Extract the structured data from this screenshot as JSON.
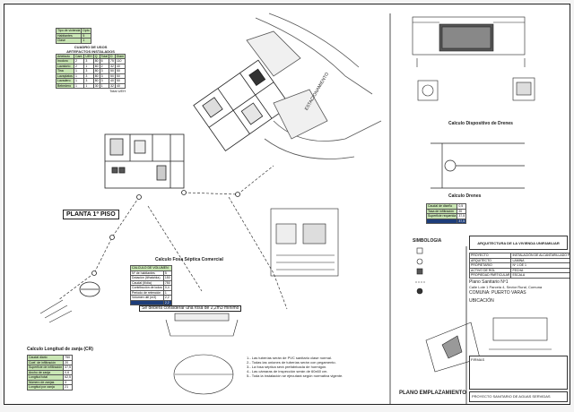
{
  "survey_table": {
    "title": "CUADRO DE USOS",
    "subtitle": "ARTEFACTOS INSTALADOS",
    "top_rows": [
      {
        "label": "Tipo de vivienda",
        "value": "Dpto"
      },
      {
        "label": "Habitantes",
        "value": "5"
      },
      {
        "label": "Clase",
        "value": "1"
      }
    ],
    "headers": [
      "Artefacto",
      "Cant.",
      "UEH",
      "Q",
      "Total",
      "D",
      "Diam"
    ],
    "rows": [
      [
        "Inodoro",
        "2",
        "3",
        "80",
        "6",
        "75",
        "110"
      ],
      [
        "Lavatorio",
        "2",
        "1",
        "60",
        "2",
        "32",
        "40"
      ],
      [
        "Tina",
        "1",
        "3",
        "80",
        "3",
        "50",
        "50"
      ],
      [
        "Lavaplatos",
        "1",
        "3",
        "80",
        "3",
        "50",
        "50"
      ],
      [
        "Lavadero",
        "1",
        "3",
        "80",
        "3",
        "40",
        "50"
      ],
      [
        "Bebedero",
        "1",
        "1",
        "30",
        "1",
        "32",
        "40"
      ]
    ],
    "footer": "Total UEH"
  },
  "labels": {
    "planta": "PLANTA 1º PISO",
    "estacionamiento": "ESTACIONAMIENTO",
    "calculo_fosa": "Calculo Fosa Séptica Comercial",
    "aviso": "Se deberá considerar una fosa de 2,2m3 mínimo",
    "calculo_drenes": "Calculo Longitud de zanja (CR)",
    "calculo_tuberias": "Calculo Dispositivo de Drenes",
    "calculo_drenes2": "Calculo Drenes",
    "simbologia": "SIMBOLOGIA",
    "plano_emplazamiento": "PLANO EMPLAZAMIENTO"
  },
  "fosa_table": {
    "header": "CALCULO DE VOLUMEN",
    "rows": [
      [
        "Nº de habitantes",
        "5"
      ],
      [
        "Dotación (lt/hab/día)",
        "150"
      ],
      [
        "Caudal (lt/día)",
        "750"
      ],
      [
        "Contribución de lodos",
        "0,4"
      ],
      [
        "Periodo de retención",
        "1"
      ],
      [
        "Volumen útil (m3)",
        "2,2"
      ]
    ],
    "total": "2,2"
  },
  "zanja_table": {
    "rows": [
      [
        "Caudal diario",
        "750"
      ],
      [
        "Coef. de infiltración",
        "20"
      ],
      [
        "Superficie de infiltración",
        "37,5"
      ],
      [
        "Ancho de zanja",
        "0,6"
      ],
      [
        "Longitud total",
        "62,5"
      ],
      [
        "Número de zanjas",
        "3"
      ],
      [
        "Longitud por zanja",
        "21"
      ]
    ]
  },
  "drenes_table": {
    "rows": [
      [
        "Caudal de diseño",
        "0,5"
      ],
      [
        "Tasa de infiltración",
        "20"
      ],
      [
        "Superficie requerida",
        "37,5"
      ]
    ],
    "total": "37,5"
  },
  "notes": [
    "1.- Las tuberías serán de PVC sanitario clase normal.",
    "2.- Todas las uniones de tuberías serán con pegamento.",
    "3.- La fosa séptica será prefabricada de hormigón.",
    "4.- Las cámaras de inspección serán de 60x60 cm.",
    "5.- Toda la instalación se ejecutará según normativa vigente."
  ],
  "title_block": {
    "header": "ARQUITECTURA DE LA VIVIENDA UNIFAMILIAR",
    "rows": [
      [
        "PROYECTO",
        "INSTALACIÓN DE ALCANTARILLADO PARTICULAR"
      ],
      [
        "ARQUITECTO",
        "LAMINA"
      ],
      [
        "PROPIETARIO",
        "Nº 1 DE 1"
      ],
      [
        "ACTIVO DE ROL",
        "FECHA"
      ],
      [
        "PROPIEDAD PARTICULAR",
        "ESCALA"
      ]
    ],
    "project_line": "Plano Sanitario Nº1",
    "address": "Calle Lote 1 Parcela 4, Sector Rural, Comuna",
    "comuna": "COMUNA: PUERTO VARAS",
    "ubicacion": "UBICACIÓN",
    "firmas": "FIRMAS",
    "footer": "PROYECTO SANITARIO DE AGUAS SERVIDAS"
  },
  "colors": {
    "table_green": "#c9e6b4",
    "dark_blue": "#1d3d7a",
    "line": "#333333"
  }
}
